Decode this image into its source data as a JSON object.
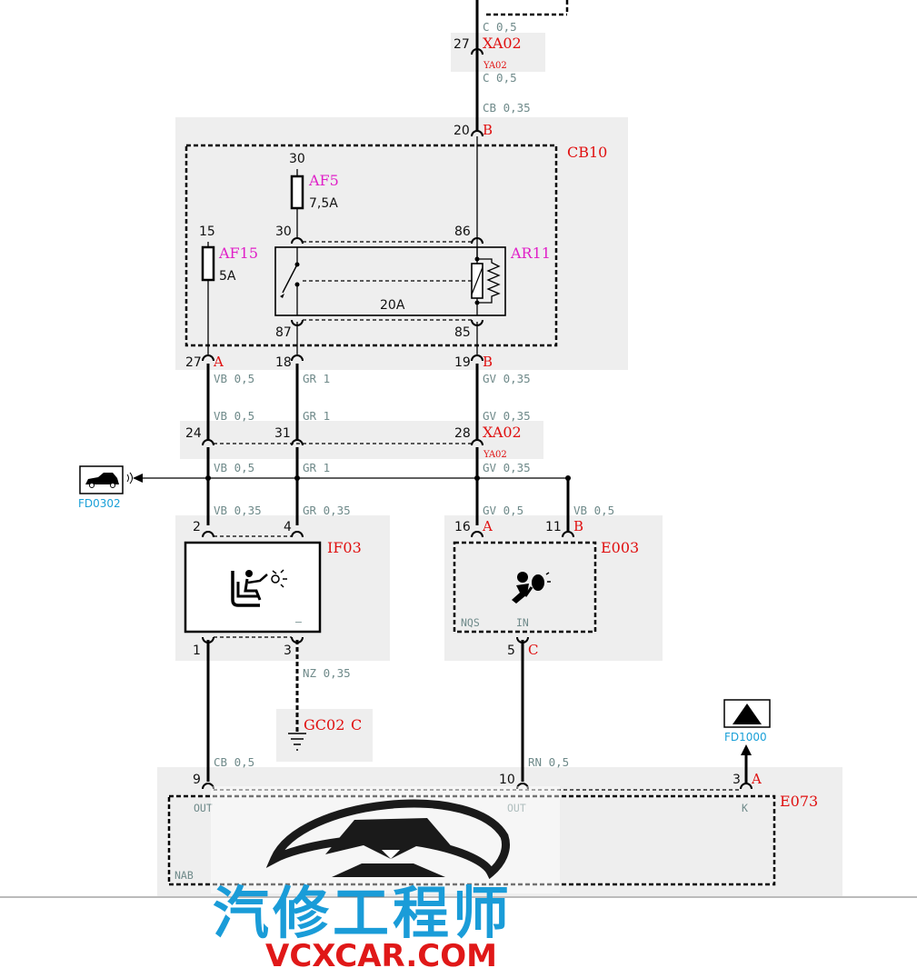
{
  "top": {
    "wire_cut": "C 0,5",
    "conn": "XA02",
    "conn_sub": "YA02",
    "pin": "27",
    "wire_above": "C 0,5",
    "wire_below": "C 0,5",
    "wire_cb": "CB 0,35"
  },
  "cb10": {
    "name": "CB10",
    "pin_in": "20",
    "pin_in_letter": "B",
    "af5": {
      "name": "AF5",
      "rating": "7,5A",
      "pin_top": "30"
    },
    "af15": {
      "name": "AF15",
      "rating": "5A",
      "pin_top": "15"
    },
    "relay": {
      "name": "AR11",
      "rating": "20A",
      "pin30": "30",
      "pin86": "86",
      "pin87": "87",
      "pin85": "85"
    },
    "out_pins": [
      {
        "pin": "27",
        "letter": "A"
      },
      {
        "pin": "18",
        "letter": ""
      },
      {
        "pin": "19",
        "letter": "B"
      }
    ]
  },
  "mid_wires": {
    "w1_top": "VB 0,5",
    "w2_top": "GR 1",
    "w3_top": "GV 0,35",
    "w1_mid": "VB 0,5",
    "w2_mid": "GR 1",
    "w3_mid": "GV 0,35",
    "w1_bot": "VB 0,5",
    "w2_bot": "GR 1",
    "w3_bot": "GV 0,35"
  },
  "xa02_mid": {
    "conn": "XA02",
    "conn_sub": "YA02",
    "pins": [
      "24",
      "31",
      "28"
    ]
  },
  "ref_left": "FD0302",
  "if03": {
    "name": "IF03",
    "pin_a": "2",
    "pin_b": "4",
    "wire_a": "VB 0,35",
    "wire_b": "GR 0,35",
    "pin_out1": "1",
    "pin_out3": "3",
    "minus": "–",
    "wire_nz": "NZ 0,35"
  },
  "gc02": {
    "name": "GC02",
    "letter": "C"
  },
  "e003": {
    "name": "E003",
    "pin16": "16",
    "pin16_letter": "A",
    "pin11": "11",
    "pin11_letter": "B",
    "wire16": "GV 0,5",
    "wire11": "VB 0,5",
    "sig_nqs": "NQS",
    "sig_in": "IN",
    "pin5": "5",
    "pin5_letter": "C"
  },
  "bottom": {
    "wire_cb": "CB 0,5",
    "wire_rn": "RN 0,5",
    "pin9": "9",
    "pin10": "10",
    "pin3": "3",
    "pin3_letter": "A",
    "ref_right": "FD1000"
  },
  "e073": {
    "name": "E073",
    "sig_out1": "OUT",
    "sig_out2": "OUT",
    "sig_k": "K",
    "sig_nab": "NAB"
  },
  "watermark": {
    "cn": "汽修工程师",
    "en": "VCXCAR.COM"
  }
}
